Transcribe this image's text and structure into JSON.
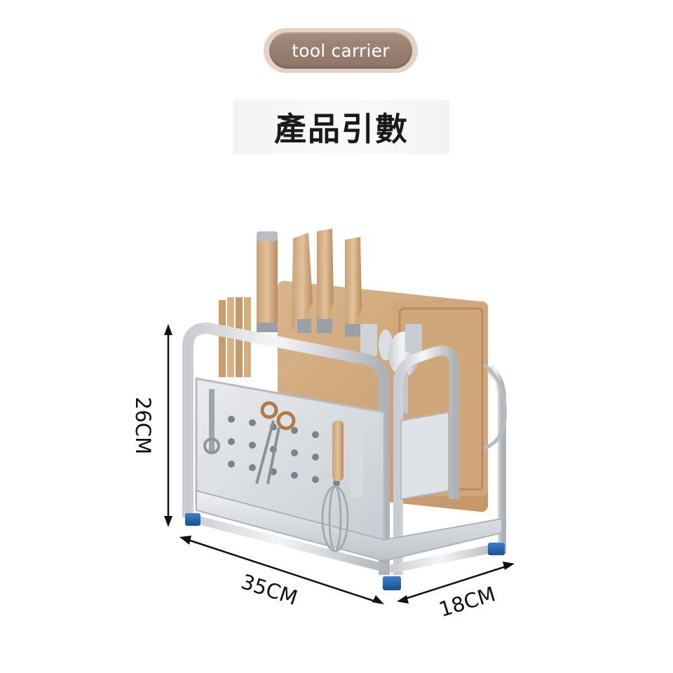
{
  "badge": {
    "label": "tool carrier"
  },
  "heading": {
    "title": "產品引數"
  },
  "dimensions": {
    "height": "26CM",
    "width": "35CM",
    "depth": "18CM"
  }
}
